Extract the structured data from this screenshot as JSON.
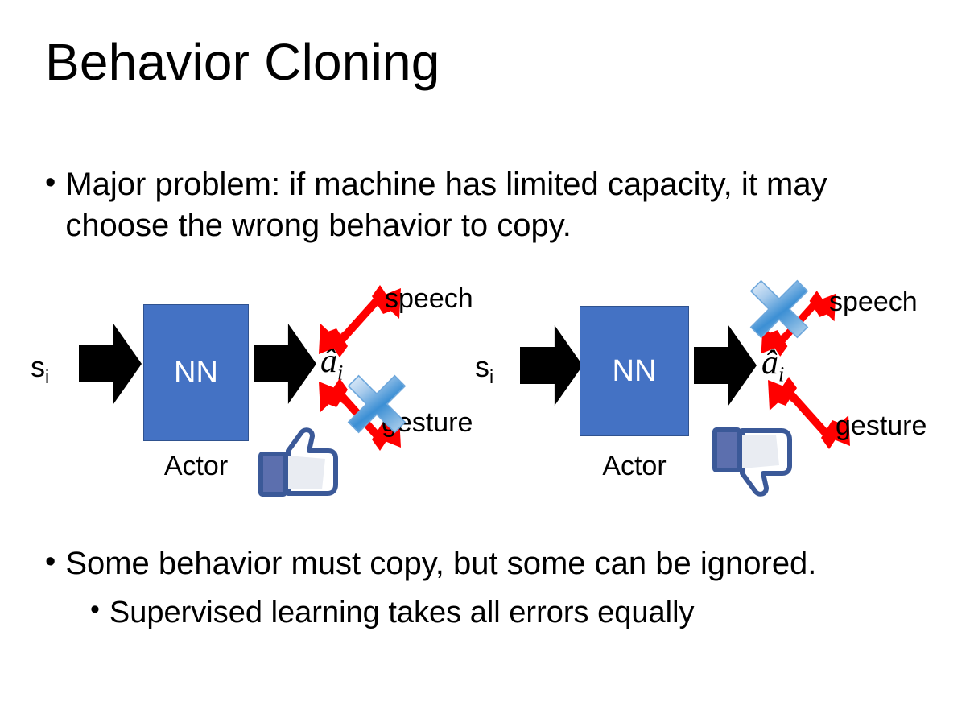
{
  "slide": {
    "title": "Behavior Cloning",
    "background_color": "#FFFFFF"
  },
  "bullets": [
    {
      "level": 1,
      "marker": "•",
      "text": "Major problem: if machine has limited capacity, it may choose the wrong behavior to copy."
    },
    {
      "level": 1,
      "marker": "•",
      "text": "Some behavior must copy, but some can be ignored."
    },
    {
      "level": 2,
      "marker": "•",
      "text": "Supervised learning takes all errors equally"
    }
  ],
  "diagrams": [
    {
      "id": "left",
      "input_label": "s",
      "input_subscript": "i",
      "box_label": "NN",
      "box_caption": "Actor",
      "output_label": "â",
      "output_subscript": "i",
      "branches": [
        {
          "name": "speech",
          "label": "speech",
          "crossed_out": false
        },
        {
          "name": "gesture",
          "label": "gesture",
          "crossed_out": true
        }
      ],
      "verdict_icon": "thumbs-up-icon",
      "box_color": "#4472C4",
      "box_border_color": "#2F528F",
      "arrow_color": "#FF0000",
      "cross_color": "#5B9BD5"
    },
    {
      "id": "right",
      "input_label": "s",
      "input_subscript": "i",
      "box_label": "NN",
      "box_caption": "Actor",
      "output_label": "â",
      "output_subscript": "i",
      "branches": [
        {
          "name": "speech",
          "label": "speech",
          "crossed_out": true
        },
        {
          "name": "gesture",
          "label": "gesture",
          "crossed_out": false
        }
      ],
      "verdict_icon": "thumbs-down-icon",
      "box_color": "#4472C4",
      "box_border_color": "#2F528F",
      "arrow_color": "#FF0000",
      "cross_color": "#5B9BD5"
    }
  ]
}
